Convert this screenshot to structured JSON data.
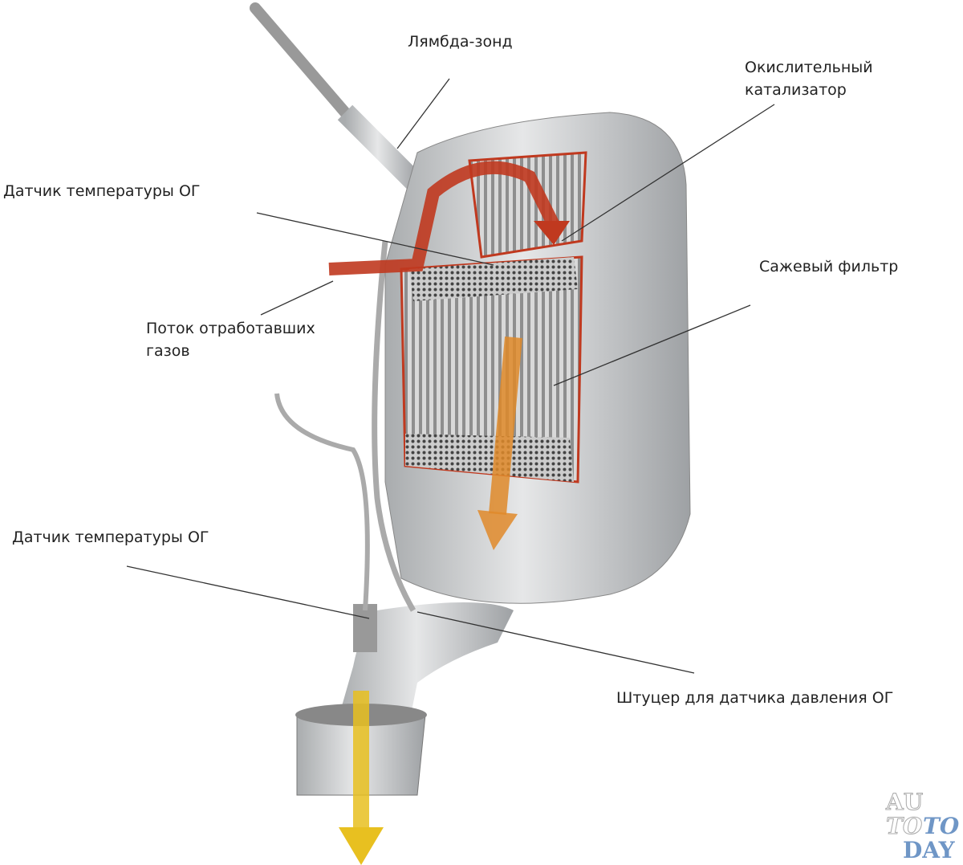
{
  "labels": {
    "lambda_probe": "Лямбда-зонд",
    "oxidation_catalyst_line1": "Окислительный",
    "oxidation_catalyst_line2": "катализатор",
    "temp_sensor_top": "Датчик температуры ОГ",
    "exhaust_flow_line1": "Поток отработавших",
    "exhaust_flow_line2": "газов",
    "soot_filter": "Сажевый фильтр",
    "temp_sensor_bottom": "Датчик температуры ОГ",
    "pressure_sensor_fitting": "Штуцер для датчика давления ОГ"
  },
  "watermark": {
    "line1": "AU",
    "line2a": "TO",
    "line2b": "TO",
    "line3": "DAY"
  },
  "colors": {
    "body": "#c8cacc",
    "flow_red": "#c0391f",
    "flow_orange": "#e08a2a",
    "flow_yellow": "#e8c020",
    "watermark_blue": "#6f96c6"
  }
}
